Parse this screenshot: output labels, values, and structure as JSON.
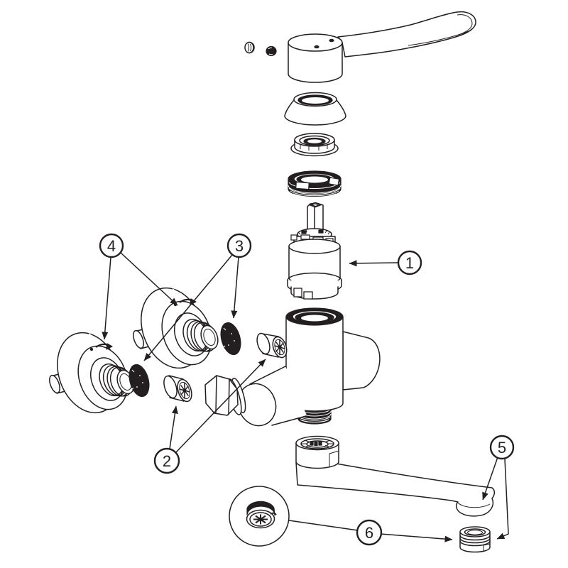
{
  "figure": {
    "type": "exploded-parts-diagram",
    "background_color": "#ffffff",
    "line_color": "#231f20",
    "callouts": [
      {
        "label": "1"
      },
      {
        "label": "2"
      },
      {
        "label": "3"
      },
      {
        "label": "4"
      },
      {
        "label": "5"
      },
      {
        "label": "6"
      }
    ]
  }
}
